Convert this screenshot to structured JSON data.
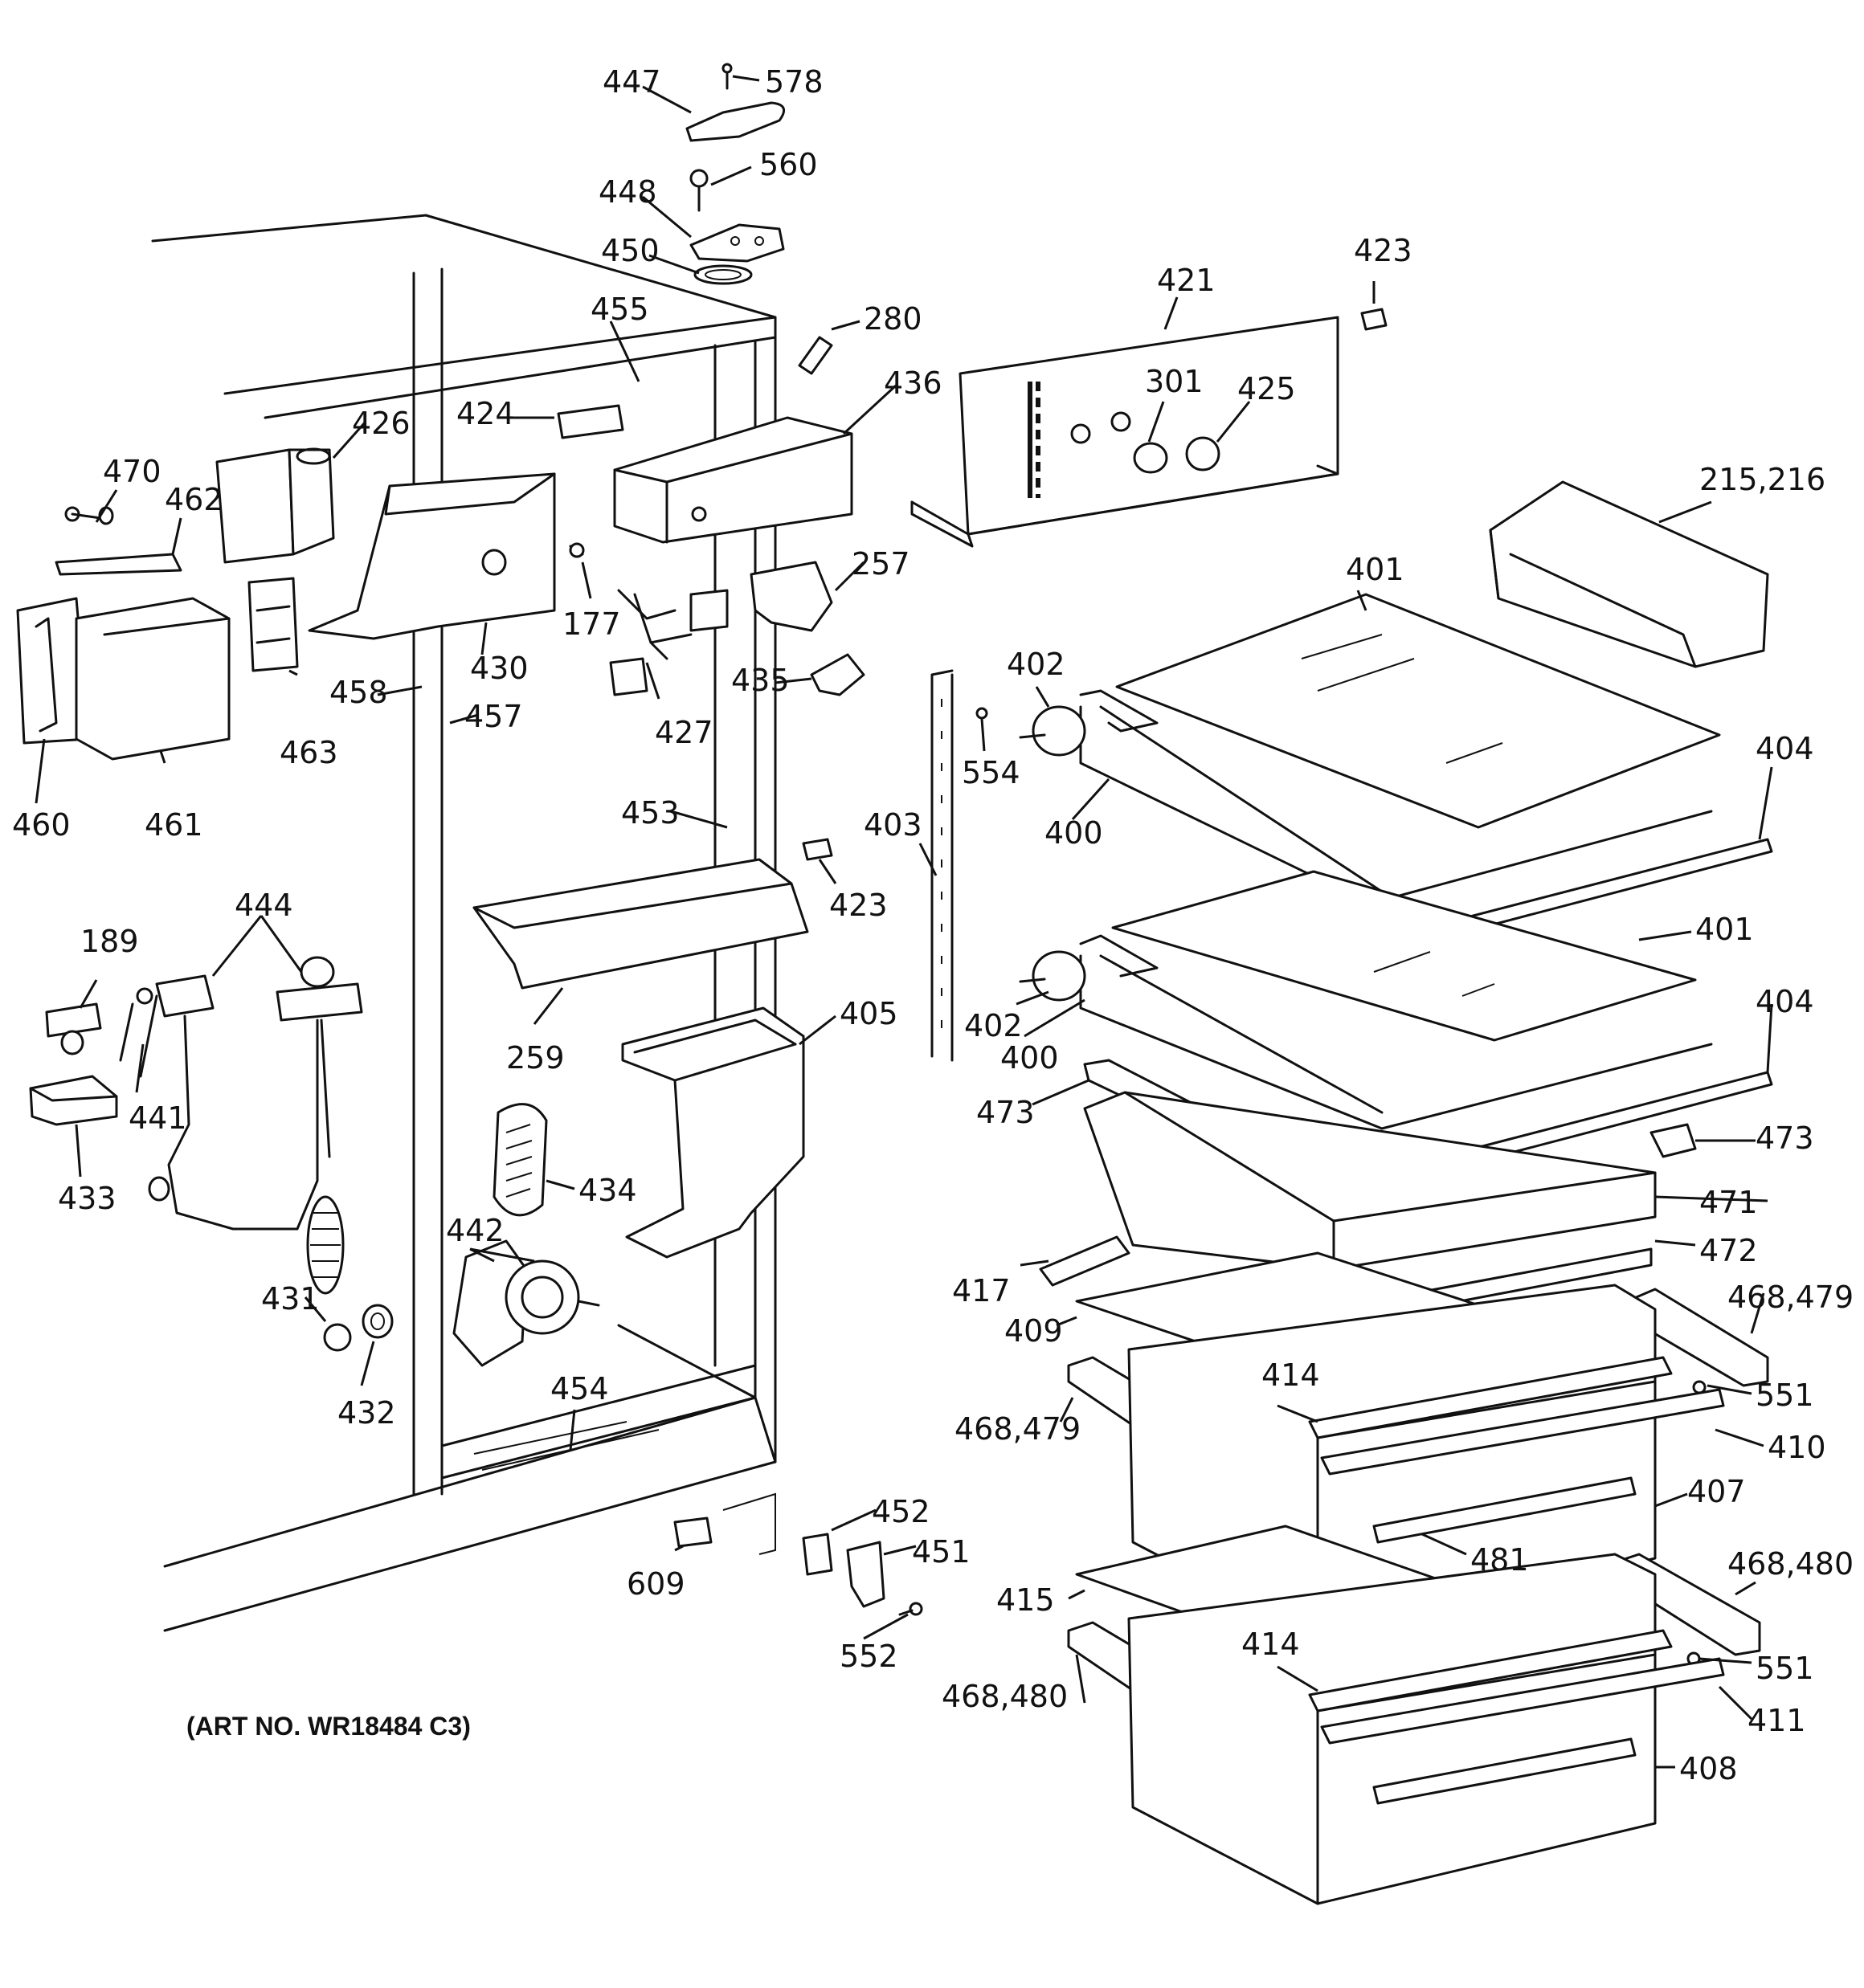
{
  "art_number": "(ART NO. WR18484 C3)",
  "callouts": [
    {
      "id": "c447",
      "text": "447"
    },
    {
      "id": "c578",
      "text": "578"
    },
    {
      "id": "c560",
      "text": "560"
    },
    {
      "id": "c448",
      "text": "448"
    },
    {
      "id": "c450",
      "text": "450"
    },
    {
      "id": "c455",
      "text": "455"
    },
    {
      "id": "c280",
      "text": "280"
    },
    {
      "id": "c421",
      "text": "421"
    },
    {
      "id": "c423a",
      "text": "423"
    },
    {
      "id": "c301",
      "text": "301"
    },
    {
      "id": "c425",
      "text": "425"
    },
    {
      "id": "c215",
      "text": "215,216"
    },
    {
      "id": "c424",
      "text": "424"
    },
    {
      "id": "c426",
      "text": "426"
    },
    {
      "id": "c436",
      "text": "436"
    },
    {
      "id": "c470",
      "text": "470"
    },
    {
      "id": "c462",
      "text": "462"
    },
    {
      "id": "c430",
      "text": "430"
    },
    {
      "id": "c177",
      "text": "177"
    },
    {
      "id": "c257",
      "text": "257"
    },
    {
      "id": "c401a",
      "text": "401"
    },
    {
      "id": "c458",
      "text": "458"
    },
    {
      "id": "c457",
      "text": "457"
    },
    {
      "id": "c427",
      "text": "427"
    },
    {
      "id": "c435",
      "text": "435"
    },
    {
      "id": "c463",
      "text": "463"
    },
    {
      "id": "c460",
      "text": "460"
    },
    {
      "id": "c461",
      "text": "461"
    },
    {
      "id": "c402a",
      "text": "402"
    },
    {
      "id": "c554",
      "text": "554"
    },
    {
      "id": "c404a",
      "text": "404"
    },
    {
      "id": "c400a",
      "text": "400"
    },
    {
      "id": "c453",
      "text": "453"
    },
    {
      "id": "c403",
      "text": "403"
    },
    {
      "id": "c423b",
      "text": "423"
    },
    {
      "id": "c444",
      "text": "444"
    },
    {
      "id": "c189",
      "text": "189"
    },
    {
      "id": "c401b",
      "text": "401"
    },
    {
      "id": "c405",
      "text": "405"
    },
    {
      "id": "c259",
      "text": "259"
    },
    {
      "id": "c402b",
      "text": "402"
    },
    {
      "id": "c400b",
      "text": "400"
    },
    {
      "id": "c404b",
      "text": "404"
    },
    {
      "id": "c441",
      "text": "441"
    },
    {
      "id": "c473a",
      "text": "473"
    },
    {
      "id": "c473b",
      "text": "473"
    },
    {
      "id": "c433",
      "text": "433"
    },
    {
      "id": "c434",
      "text": "434"
    },
    {
      "id": "c471",
      "text": "471"
    },
    {
      "id": "c442",
      "text": "442"
    },
    {
      "id": "c472",
      "text": "472"
    },
    {
      "id": "c417",
      "text": "417"
    },
    {
      "id": "c468a",
      "text": "468,479"
    },
    {
      "id": "c431",
      "text": "431"
    },
    {
      "id": "c409",
      "text": "409"
    },
    {
      "id": "c454",
      "text": "454"
    },
    {
      "id": "c414a",
      "text": "414"
    },
    {
      "id": "c432",
      "text": "432"
    },
    {
      "id": "c551a",
      "text": "551"
    },
    {
      "id": "c468b",
      "text": "468,479"
    },
    {
      "id": "c410",
      "text": "410"
    },
    {
      "id": "c452",
      "text": "452"
    },
    {
      "id": "c407",
      "text": "407"
    },
    {
      "id": "c451",
      "text": "451"
    },
    {
      "id": "c481",
      "text": "481"
    },
    {
      "id": "c609",
      "text": "609"
    },
    {
      "id": "c468c",
      "text": "468,480"
    },
    {
      "id": "c415",
      "text": "415"
    },
    {
      "id": "c552",
      "text": "552"
    },
    {
      "id": "c414b",
      "text": "414"
    },
    {
      "id": "c551b",
      "text": "551"
    },
    {
      "id": "c468d",
      "text": "468,480"
    },
    {
      "id": "c411",
      "text": "411"
    },
    {
      "id": "c408",
      "text": "408"
    }
  ]
}
